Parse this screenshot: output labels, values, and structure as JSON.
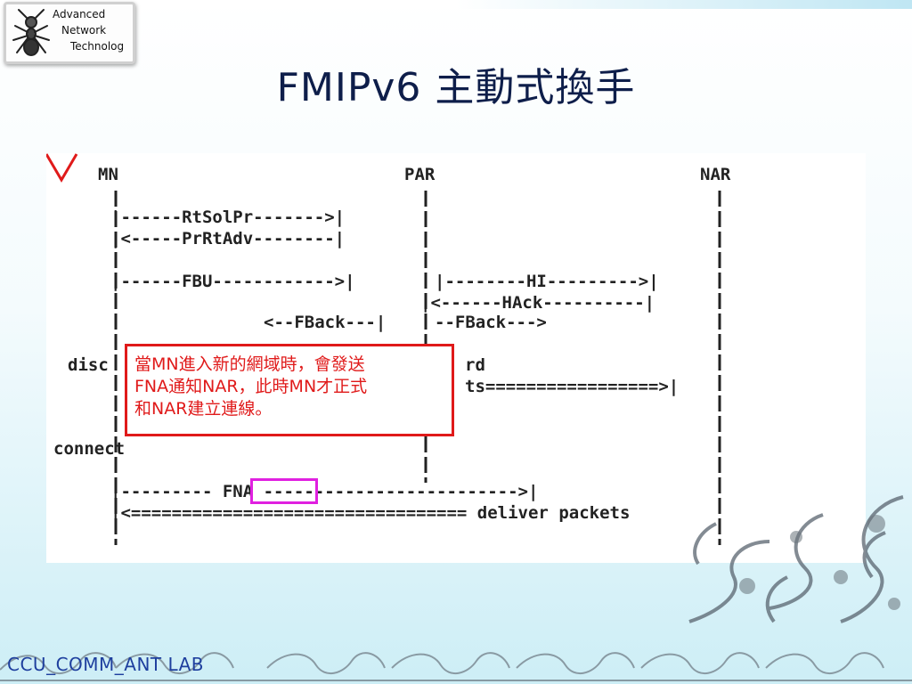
{
  "logo": {
    "lines": [
      "Advanced",
      "Network",
      "Technolog"
    ]
  },
  "title": "FMIPv6 主動式換手",
  "diagram": {
    "lanes": [
      "MN",
      "PAR",
      "NAR"
    ],
    "messages": {
      "rtsolpr": "|------RtSolPr------->|",
      "prrtadv": "|<-----PrRtAdv--------|",
      "fbu": "|------FBU------------>|",
      "hi": "|--------HI--------->|",
      "hack": "|<------HAck----------|",
      "fback_left": "<--FBack---|",
      "fback_right": "--FBack--->",
      "fna_line": "|--------- FNA ------------------------->|",
      "fna": "FNA",
      "deliver": "|<================================= deliver packets"
    },
    "fragments": {
      "disc": "disc",
      "rd": "rd",
      "ts": "ts=================>|",
      "connect": "connect"
    }
  },
  "callout": {
    "lines": [
      "當MN進入新的網域時，會發送",
      "FNA通知NAR，此時MN才正式",
      "和NAR建立連線。"
    ],
    "color": "#e01a1a"
  },
  "highlight": {
    "color": "#e020e0"
  },
  "footer": "CCU_COMM_ANT LAB"
}
